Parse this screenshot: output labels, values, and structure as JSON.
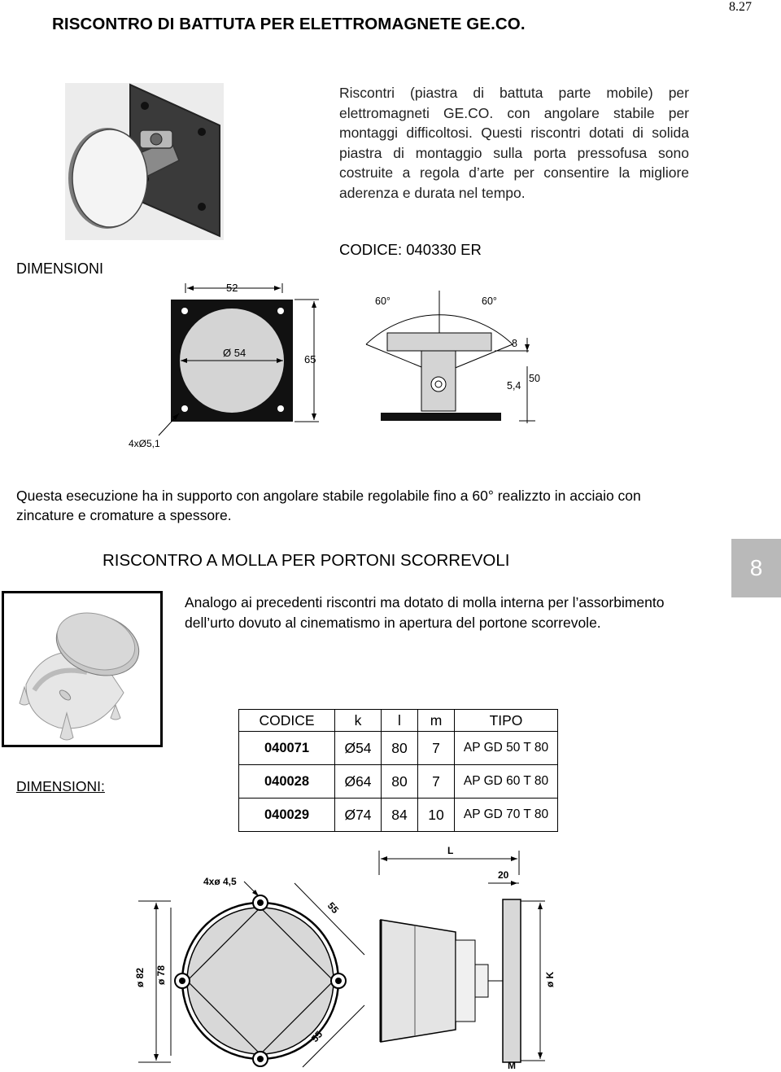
{
  "header": {
    "title": "RISCONTRO DI BATTUTA PER ELETTROMAGNETE GE.CO.",
    "page_number": "8.27"
  },
  "section1": {
    "description": "Riscontri (piastra di battuta parte mobile) per elettromagneti GE.CO. con angolare stabile per montaggi difficoltosi. Questi riscontri dotati di solida piastra di montaggio sulla porta pressofusa sono costruite a regola d’arte per consentire la migliore aderenza e durata nel tempo.",
    "dimensions_label": "DIMENSIONI",
    "code_label": "CODICE: 040330 ER",
    "drawing1": {
      "dim_width": "52",
      "dim_height": "65",
      "dim_diameter": "Ø 54",
      "dim_holes": "4xØ5,1"
    },
    "drawing2": {
      "angle_left": "60°",
      "angle_right": "60°",
      "dim_8": "8",
      "dim_5_4": "5,4",
      "dim_50": "50"
    },
    "note": "Questa esecuzione ha in supporto con angolare stabile regolabile fino a 60° realizzto in acciaio con zincature e cromature a spessore."
  },
  "section2": {
    "title": "RISCONTRO A MOLLA PER PORTONI SCORREVOLI",
    "description": "Analogo ai precedenti riscontri ma dotato di molla interna per l’assorbimento dell’urto dovuto al cinematismo in apertura del portone scorrevole.",
    "side_tab": "8",
    "dimensions_label": "DIMENSIONI:",
    "table": {
      "headers": [
        "CODICE",
        "k",
        "l",
        "m",
        "TIPO"
      ],
      "rows": [
        [
          "040071",
          "Ø54",
          "80",
          "7",
          "AP GD 50 T 80"
        ],
        [
          "040028",
          "Ø64",
          "80",
          "7",
          "AP GD 60 T 80"
        ],
        [
          "040029",
          "Ø74",
          "84",
          "10",
          "AP GD 70 T 80"
        ]
      ]
    },
    "drawing": {
      "dim_holes": "4xø 4,5",
      "dim_55_top": "55",
      "dim_55_bottom": "55",
      "dim_82": "ø 82",
      "dim_78": "ø 78",
      "dim_L": "L",
      "dim_20": "20",
      "dim_K": "ø K",
      "dim_M": "M"
    }
  }
}
